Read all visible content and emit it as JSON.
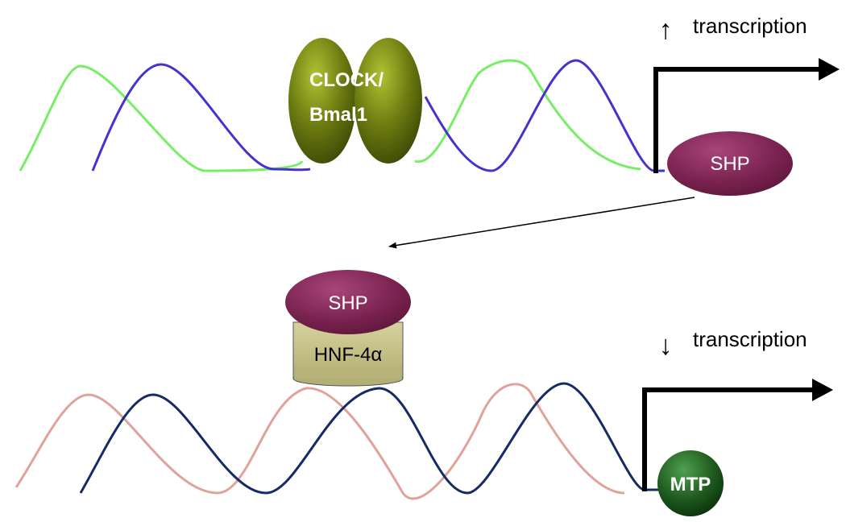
{
  "top_panel": {
    "arrow_symbol": "↑",
    "transcription_label": "transcription",
    "complex_label_line1": "CLOCK/",
    "complex_label_line2": "Bmal1",
    "shp_label": "SHP"
  },
  "bottom_panel": {
    "arrow_symbol": "↓",
    "transcription_label": "transcription",
    "shp_label": "SHP",
    "hnf_label": "HNF-4α",
    "mtp_label": "MTP"
  },
  "colors": {
    "top_strand_a": "#77ee66",
    "top_strand_b": "#4433cc",
    "bottom_strand_a": "#e0a39c",
    "bottom_strand_b": "#162a66",
    "clock_fill": "#6b7a10",
    "shp_fill": "#7a2350",
    "hnf_fill": "#c4c088",
    "mtp_fill": "#1e5a1e"
  }
}
